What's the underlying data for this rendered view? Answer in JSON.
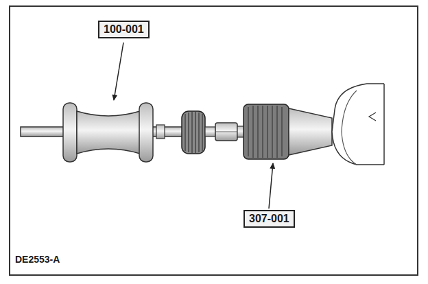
{
  "diagram": {
    "labels": [
      "100-001",
      "307-001",
      "DE2553-A"
    ]
  }
}
